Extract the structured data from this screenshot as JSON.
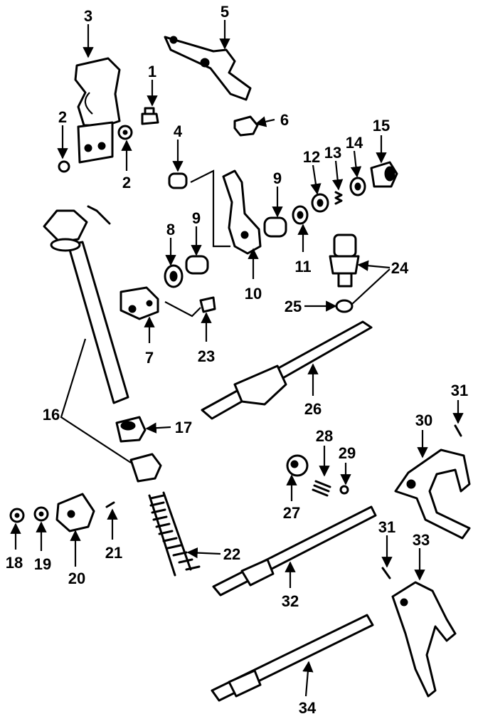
{
  "callouts": [
    "1",
    "2",
    "2",
    "3",
    "4",
    "5",
    "6",
    "7",
    "8",
    "9",
    "9",
    "10",
    "11",
    "12",
    "13",
    "14",
    "15",
    "16",
    "17",
    "18",
    "19",
    "20",
    "21",
    "22",
    "23",
    "24",
    "25",
    "26",
    "27",
    "28",
    "29",
    "30",
    "31",
    "31",
    "32",
    "33",
    "34"
  ]
}
